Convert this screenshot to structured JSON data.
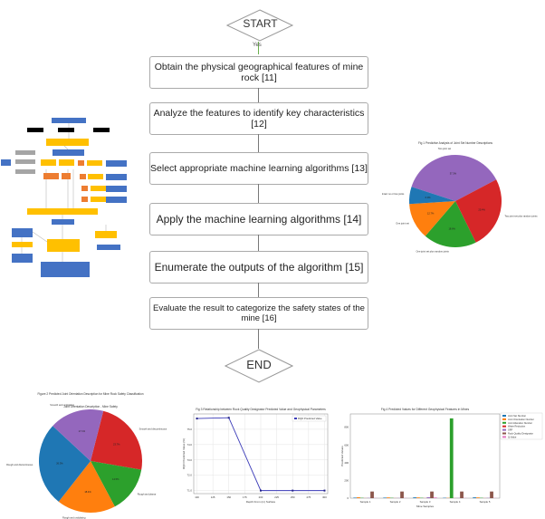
{
  "flowchart": {
    "start": "START",
    "yes": "Yes",
    "end": "END",
    "steps": [
      "Obtain the physical geographical features of mine rock [11]",
      "Analyze the features to identify key characteristics [12]",
      "Select appropriate machine learning algorithms [13]",
      "Apply the machine learning algorithms [14]",
      "Enumerate the outputs of the algorithm [15]",
      "Evaluate the result to categorize the safety states of the mine [16]"
    ],
    "colors": {
      "arrow_yes": "#6ab04c",
      "border": "#aaaaaa"
    }
  },
  "left_diagram": {
    "colors": {
      "blue": "#4472c4",
      "yellow": "#ffc000",
      "orange": "#ed7d31",
      "gray": "#a5a5a5",
      "black": "#000000"
    }
  },
  "chart_data": [
    {
      "type": "pie",
      "title": "Fig 1 Predictive Analysis of Joint Set Number Descriptions",
      "labels": [
        "Two joint set",
        "Two joint set plus random joints",
        "One joint set plus random joints",
        "One joint set",
        "Intact no or few joints"
      ],
      "values": [
        37.3,
        25.4,
        18.6,
        12.7,
        6.0
      ],
      "colors": [
        "#9467bd",
        "#d62728",
        "#2ca02c",
        "#ff7f0e",
        "#1f77b4"
      ]
    },
    {
      "type": "pie",
      "caption": "Figure 2 Predicted Joint Orientation Description for Mine Rock Safety Classification",
      "title": "Joint Orientation Description - Mine Safety",
      "labels": [
        "Smooth and discontinuous",
        "Rough and planar",
        "Rough and undulating",
        "Rough and discontinuous",
        "Smooth and undulating"
      ],
      "values": [
        23.7,
        14.5,
        18.4,
        26.3,
        17.1
      ],
      "colors": [
        "#d62728",
        "#2ca02c",
        "#ff7f0e",
        "#1f77b4",
        "#9467bd"
      ]
    },
    {
      "type": "line",
      "title": "Fig 3 Relationship between Rock Quality Designator Predicted Value and Geophysical Parameters",
      "xlabel": "Depth From (m) Surface",
      "ylabel": "RQD Predicted Value (%)",
      "legend": "RQD Predicted Value",
      "legend_position": "top-right",
      "grid": true,
      "x": [
        100,
        150,
        200,
        250,
        300
      ],
      "y": [
        75.7,
        75.75,
        71.0,
        71.0,
        71.0
      ],
      "xticks": [
        100,
        125,
        150,
        175,
        200,
        225,
        250,
        275,
        300
      ],
      "yticks": [
        71.0,
        72.0,
        73.0,
        74.0,
        75.0
      ],
      "ylim": [
        70.8,
        76.0
      ],
      "xlim": [
        95,
        305
      ],
      "color": "#3b3bb8"
    },
    {
      "type": "bar",
      "title": "Fig 4 Predicted Values for Different Geophysical Features in Mines",
      "xlabel": "Mine Samples",
      "ylabel": "Predicted Values",
      "categories": [
        "Sample 1",
        "Sample 2",
        "Sample 3",
        "Sample 4",
        "Sample 5"
      ],
      "yticks": [
        0,
        200,
        400,
        600,
        800
      ],
      "ylim": [
        0,
        950
      ],
      "legend_position": "outside-right",
      "series": [
        {
          "name": "Joint Set Number",
          "color": "#1f77b4",
          "values": [
            6,
            6,
            9,
            4,
            9
          ]
        },
        {
          "name": "Joint Orientation Number",
          "color": "#ff7f0e",
          "values": [
            10,
            8,
            8,
            3,
            8
          ]
        },
        {
          "name": "Joint Alteration Number",
          "color": "#2ca02c",
          "values": [
            4,
            4,
            4,
            900,
            4
          ]
        },
        {
          "name": "Water Reduction",
          "color": "#d62728",
          "values": [
            1,
            1,
            1,
            1,
            1
          ]
        },
        {
          "name": "SRF",
          "color": "#9467bd",
          "values": [
            3,
            2,
            10,
            2,
            3
          ]
        },
        {
          "name": "Rock Quality Designator",
          "color": "#8c564b",
          "values": [
            75,
            75,
            75,
            75,
            75
          ]
        },
        {
          "name": "Q-Value",
          "color": "#e377c2",
          "values": [
            2,
            2,
            8,
            2,
            2
          ]
        }
      ]
    }
  ]
}
